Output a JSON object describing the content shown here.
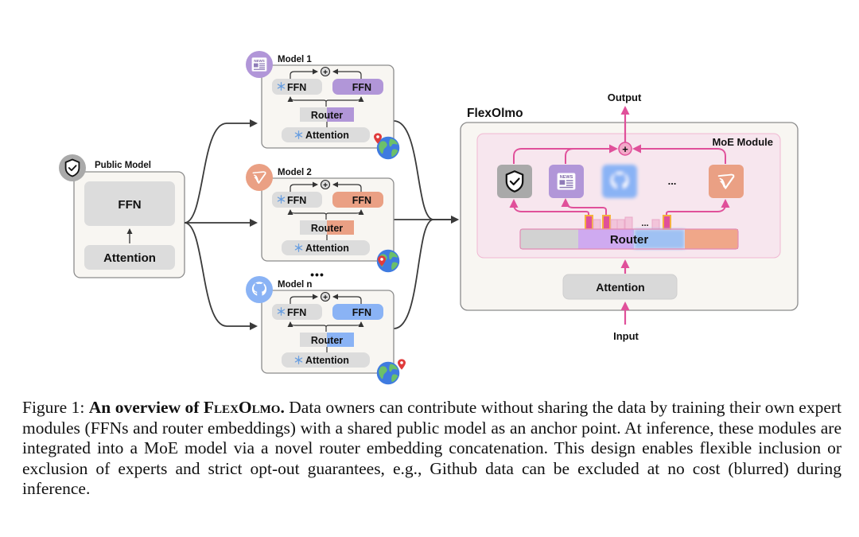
{
  "public_model": {
    "title": "Public Model",
    "ffn_label": "FFN",
    "attention_label": "Attention",
    "icon": "shield-check-icon",
    "color": "#a9a9a9"
  },
  "models": [
    {
      "title": "Model 1",
      "icon": "news-icon",
      "color": "#b196d8",
      "frozen_ffn": "FFN",
      "expert_ffn": "FFN",
      "router": "Router",
      "attention": "Attention"
    },
    {
      "title": "Model 2",
      "icon": "book-check-icon",
      "color": "#eaa084",
      "frozen_ffn": "FFN",
      "expert_ffn": "FFN",
      "router": "Router",
      "attention": "Attention"
    },
    {
      "title": "Model n",
      "icon": "github-icon",
      "color": "#8ab3f5",
      "frozen_ffn": "FFN",
      "expert_ffn": "FFN",
      "router": "Router",
      "attention": "Attention"
    }
  ],
  "ellipsis": "•••",
  "flexolmo": {
    "title": "FlexOlmo",
    "moe_title": "MoE Module",
    "router_label": "Router",
    "attention_label": "Attention",
    "output_label": "Output",
    "input_label": "Input",
    "experts_ellipsis": "...",
    "router_ellipsis": "...",
    "accent": "#e0509a",
    "experts": [
      {
        "icon": "shield-check-icon",
        "color": "#a9a9a9",
        "blurred": false
      },
      {
        "icon": "news-icon",
        "color": "#b196d8",
        "blurred": false
      },
      {
        "icon": "github-icon",
        "color": "#8ab3f5",
        "blurred": true
      },
      {
        "icon": "book-check-icon",
        "color": "#eaa084",
        "blurred": false
      }
    ]
  },
  "caption": {
    "prefix": "Figure 1: ",
    "bold_a": "An overview of ",
    "bold_sc": "FlexOlmo",
    "bold_end": ".",
    "body": " Data owners can contribute without sharing the data by training their own expert modules (FFNs and router embeddings) with a shared public model as an anchor point. At inference, these modules are integrated into a MoE model via a novel router embedding concatenation. This design enables flexible inclusion or exclusion of experts and strict opt-out guarantees, e.g., Github data can be excluded at no cost (blurred) during inference."
  }
}
